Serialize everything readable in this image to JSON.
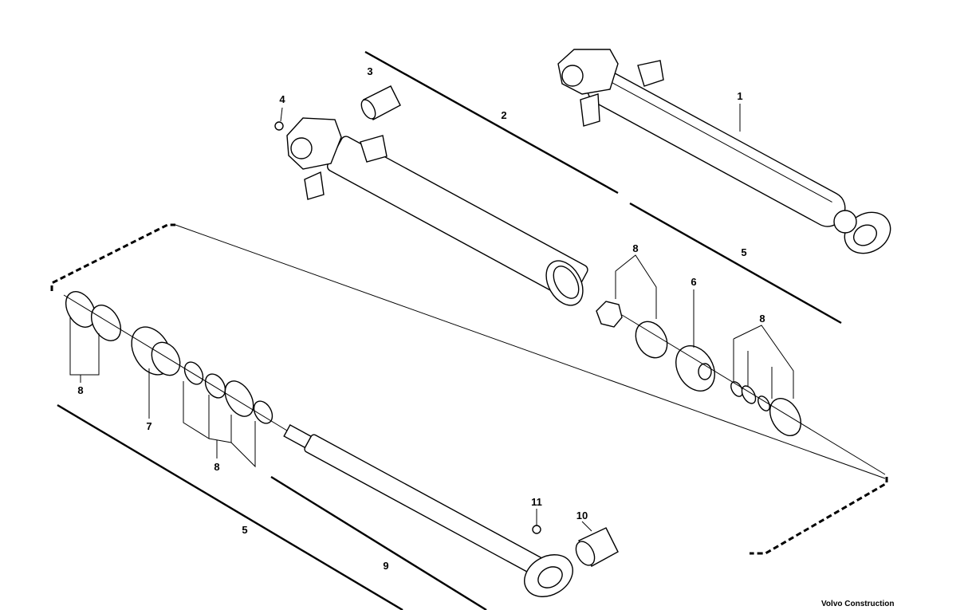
{
  "diagram": {
    "callouts": {
      "c1": "1",
      "c2": "2",
      "c3": "3",
      "c4": "4",
      "c5_top": "5",
      "c6": "6",
      "c8_top_left": "8",
      "c8_top_right": "8",
      "c8_left": "8",
      "c7": "7",
      "c8_bottom": "8",
      "c5_bottom": "5",
      "c9": "9",
      "c11": "11",
      "c10": "10"
    },
    "brand_text": "Volvo Construction"
  }
}
